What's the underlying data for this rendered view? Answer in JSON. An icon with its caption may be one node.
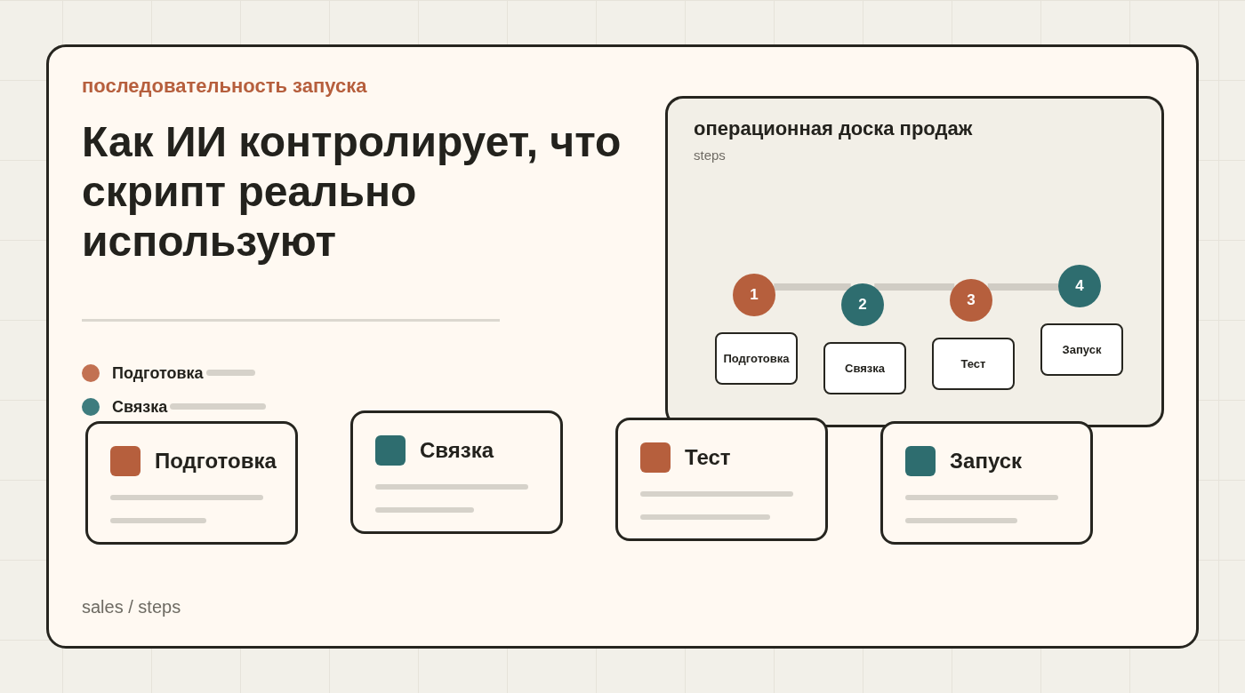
{
  "diagram": {
    "title": "Как ИИ контролирует, что скрипт реально используют",
    "nodes": [
      {
        "text": [
          "операционная доска продаж",
          "steps"
        ]
      },
      {
        "text": [
          "1"
        ],
        "in": 0
      },
      {
        "text": [
          "Подготовка"
        ],
        "in": 0
      },
      {
        "text": [
          "2"
        ],
        "in": 0
      },
      {
        "text": [
          "Связка"
        ],
        "in": 0
      },
      {
        "text": [
          "3"
        ],
        "in": 0
      },
      {
        "text": [
          "Тест"
        ],
        "in": 0
      },
      {
        "text": [
          "4"
        ],
        "in": 0
      },
      {
        "text": [
          "Запуск"
        ],
        "in": 0
      },
      {
        "text": [
          "Подготовка"
        ]
      },
      {
        "text": [
          "Связка"
        ]
      },
      {
        "text": [
          "Тест"
        ]
      },
      {
        "text": [
          "Запуск"
        ]
      }
    ],
    "edges": [
      {
        "from": 1,
        "to": 3,
        "arrow": "none"
      },
      {
        "from": 3,
        "to": 5,
        "arrow": "none"
      },
      {
        "from": 5,
        "to": 7,
        "arrow": "none"
      }
    ],
    "labels": [
      "последовательность запуска",
      "sales / steps"
    ],
    "legend": [
      {
        "text": "Подготовка",
        "color": "#c27152"
      },
      {
        "text": "Связка",
        "color": "#3e7c7e"
      }
    ]
  }
}
